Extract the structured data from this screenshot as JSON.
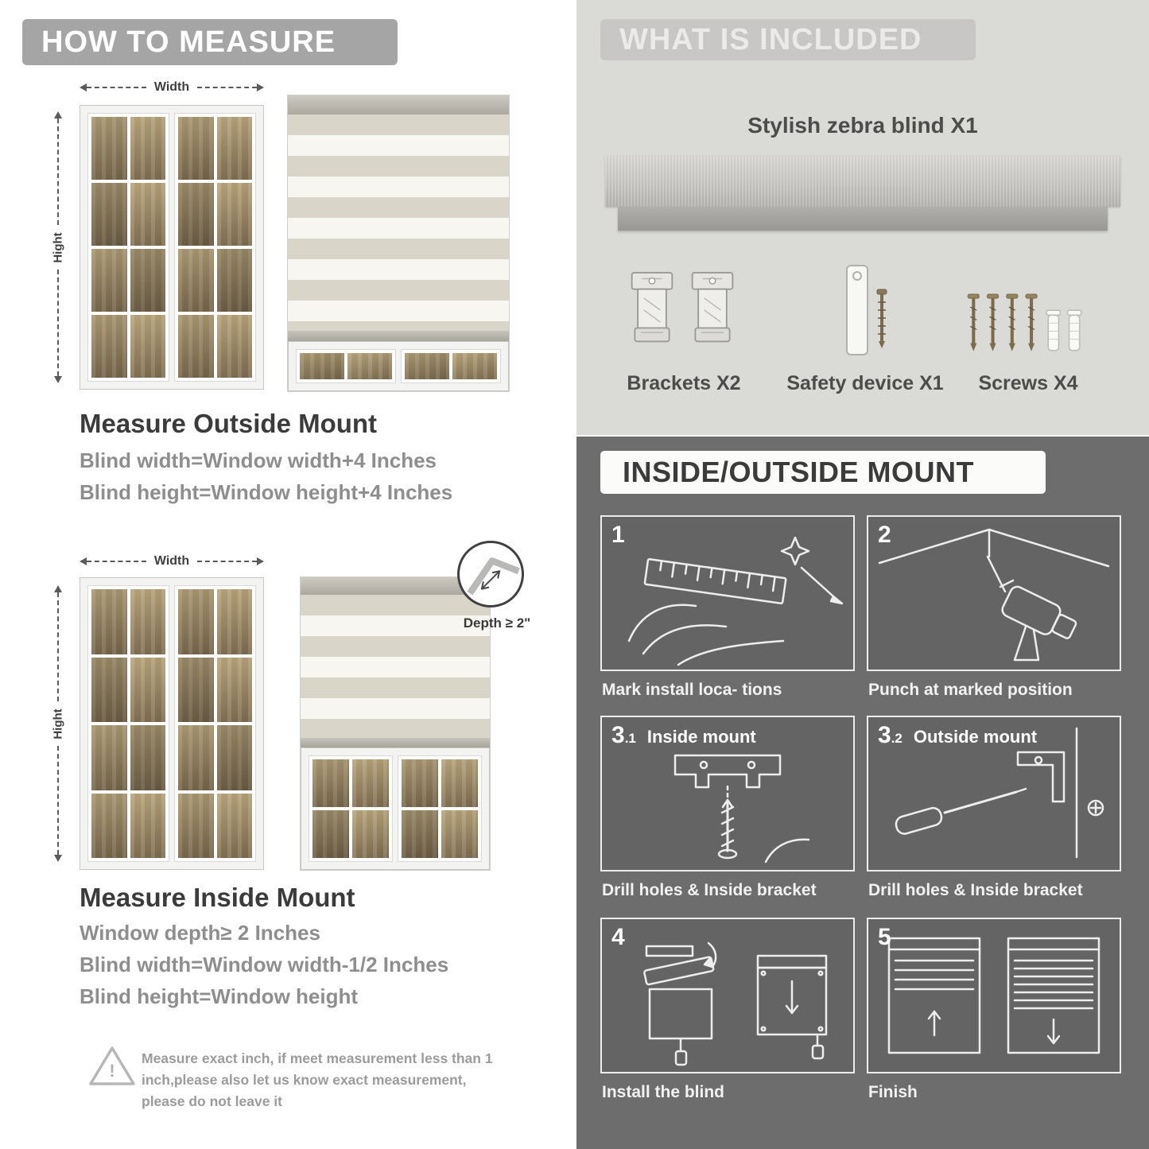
{
  "colors": {
    "header_gray": "#a5a5a5",
    "included_bg": "#dadad7",
    "mount_bg": "#6d6d6d"
  },
  "left": {
    "header": "HOW TO MEASURE",
    "outside": {
      "width_label": "Width",
      "height_label": "Hight",
      "heading": "Measure Outside Mount",
      "line1": "Blind width=Window width+4 Inches",
      "line2": "Blind height=Window height+4 Inches"
    },
    "inside": {
      "width_label": "Width",
      "height_label": "Hight",
      "depth_label": "Depth ≥ 2\"",
      "heading": "Measure Inside Mount",
      "line1": "Window depth≥ 2 Inches",
      "line2": "Blind width=Window width-1/2 Inches",
      "line3": "Blind height=Window height"
    },
    "warning": {
      "icon": "!",
      "text": "Measure exact inch, if meet measurement less than 1 inch,please also let us know exact measurement, please do not leave it"
    }
  },
  "included": {
    "header": "WHAT IS INCLUDED",
    "product": "Stylish zebra blind X1",
    "items": [
      {
        "label": "Brackets X2"
      },
      {
        "label": "Safety device X1"
      },
      {
        "label": "Screws X4"
      }
    ]
  },
  "mount": {
    "header": "INSIDE/OUTSIDE MOUNT",
    "steps": [
      {
        "num": "1",
        "sub": "",
        "title": "",
        "caption": "Mark install loca- tions"
      },
      {
        "num": "2",
        "sub": "",
        "title": "",
        "caption": "Punch at  marked position"
      },
      {
        "num": "3",
        "sub": ".1",
        "title": "Inside mount",
        "caption": "Drill holes &  Inside bracket"
      },
      {
        "num": "3",
        "sub": ".2",
        "title": "Outside mount",
        "caption": "Drill holes &  Inside bracket"
      },
      {
        "num": "4",
        "sub": "",
        "title": "",
        "caption": "Install the blind"
      },
      {
        "num": "5",
        "sub": "",
        "title": "",
        "caption": "Finish"
      }
    ]
  }
}
